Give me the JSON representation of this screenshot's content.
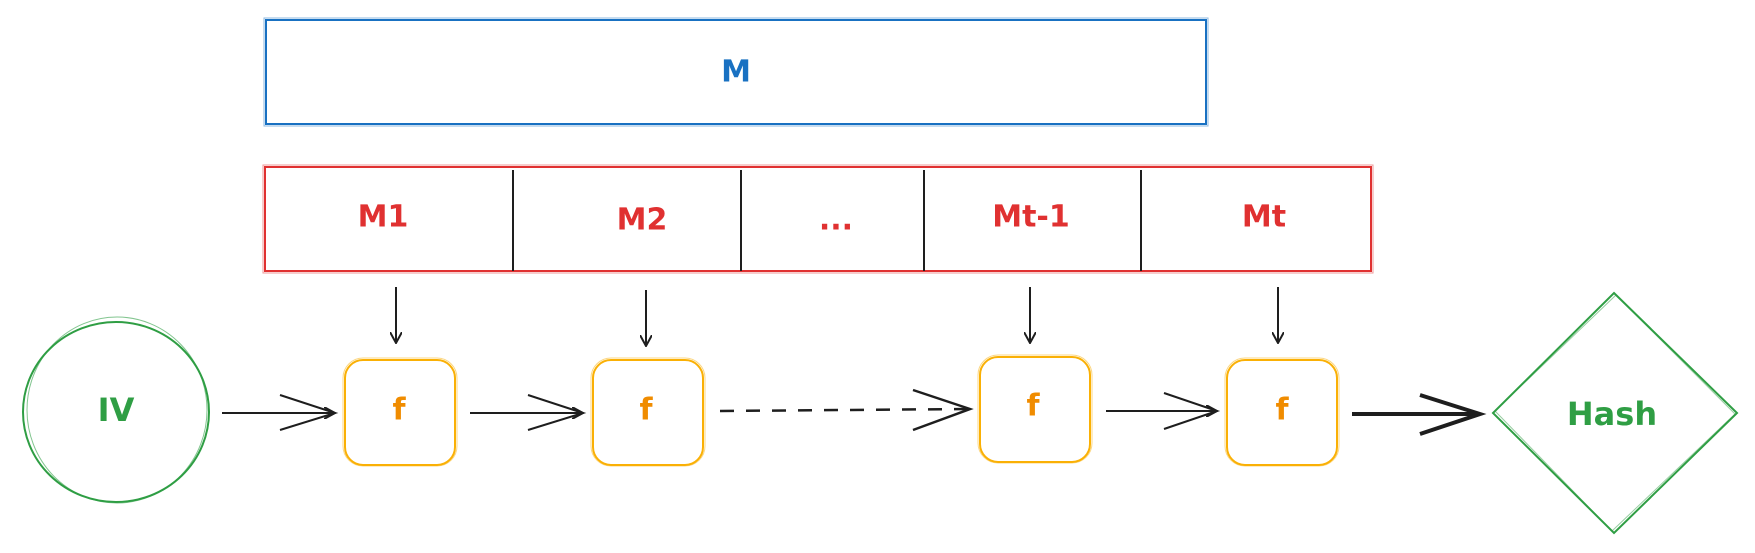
{
  "message": {
    "label": "M"
  },
  "blocks": [
    "M1",
    "M2",
    "...",
    "Mt-1",
    "Mt"
  ],
  "initial_vector": {
    "label": "IV"
  },
  "compression_functions": [
    "f",
    "f",
    "f",
    "f"
  ],
  "output": {
    "label": "Hash"
  },
  "colors": {
    "message": "#1971c2",
    "blocks": "#e03131",
    "functions": "#fab005",
    "iv_and_output": "#2f9e44",
    "arrows": "#1e1e1e"
  }
}
